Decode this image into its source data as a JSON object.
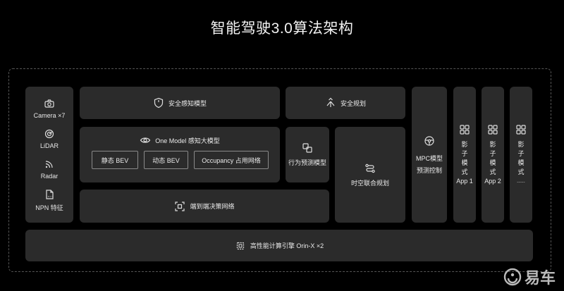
{
  "title": "智能驾驶3.0算法架构",
  "sensors": [
    {
      "label": "Camera ×7",
      "icon": "camera-icon"
    },
    {
      "label": "LiDAR",
      "icon": "lidar-icon"
    },
    {
      "label": "Radar",
      "icon": "radar-icon"
    },
    {
      "label": "NPN 特征",
      "icon": "npn-file-icon"
    }
  ],
  "safety_perception": "安全感知模型",
  "safety_planning": "安全规划",
  "one_model": "One Model 感知大模型",
  "sub_models": [
    "静态 BEV",
    "动态 BEV",
    "Occupancy 占用网络"
  ],
  "behavior_prediction": "行为预测模型",
  "spatiotemporal_planning": "时空联合规划",
  "end_to_end": "端到端决策网络",
  "mpc": {
    "line1": "MPC模型",
    "line2": "预测控制"
  },
  "shadow_modes": [
    {
      "chars": [
        "影",
        "子",
        "模",
        "式"
      ],
      "app": "App 1"
    },
    {
      "chars": [
        "影",
        "子",
        "模",
        "式"
      ],
      "app": "App 2"
    },
    {
      "chars": [
        "影",
        "子",
        "模",
        "式"
      ],
      "app": "......"
    }
  ],
  "compute_engine": "高性能计算引擎 Orin-X ×2",
  "watermark": "易车"
}
